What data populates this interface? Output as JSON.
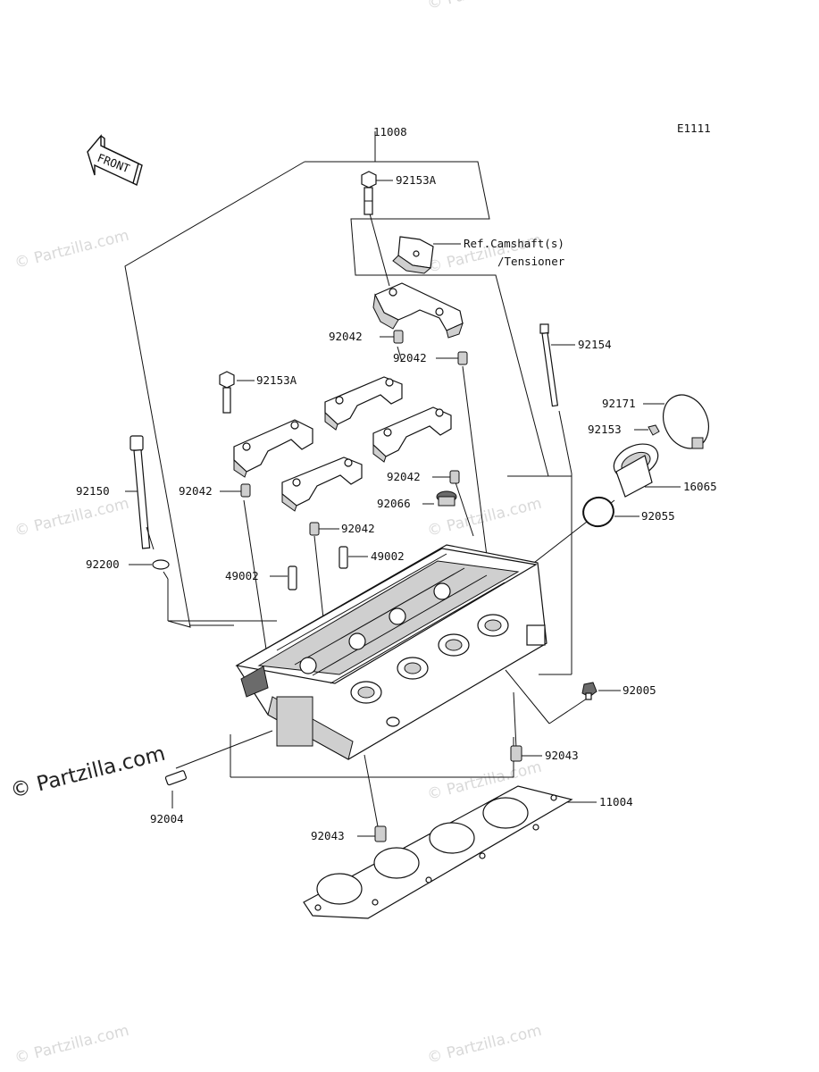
{
  "diagram_code": "E1111",
  "front_label": "FRONT",
  "watermarks": {
    "small": "© Partzilla.com",
    "main": "© Partzilla.com"
  },
  "labels": {
    "p11008": "11008",
    "p92153A_top": "92153A",
    "ref_camshaft": "Ref.Camshaft(s)",
    "ref_tensioner": "/Tensioner",
    "p92042_a": "92042",
    "p92042_b": "92042",
    "p92154": "92154",
    "p92153A_mid": "92153A",
    "p92171": "92171",
    "p92153": "92153",
    "p92150": "92150",
    "p92042_c": "92042",
    "p92042_d": "92042",
    "p16065": "16065",
    "p92066": "92066",
    "p92055": "92055",
    "p92042_e": "92042",
    "p92200": "92200",
    "p49002_a": "49002",
    "p49002_b": "49002",
    "p92005": "92005",
    "p92043_a": "92043",
    "p11004": "11004",
    "p92004": "92004",
    "p92043_b": "92043"
  }
}
